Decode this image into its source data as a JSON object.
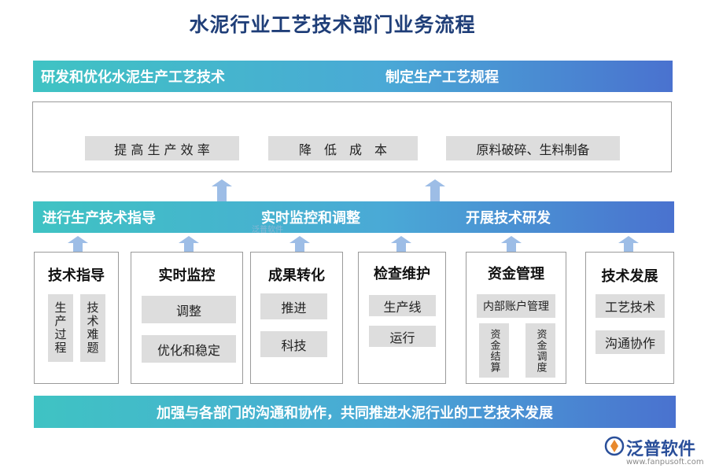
{
  "title": "水泥行业工艺技术部门业务流程",
  "top_band": {
    "left": "研发和优化水泥生产工艺技术",
    "right": "制定生产工艺规程"
  },
  "goals": [
    "提 高 生 产 效 率",
    "降　低　成　本",
    "原料破碎、生料制备"
  ],
  "middle_band": {
    "left": "进行生产技术指导",
    "center": "实时监控和调整",
    "right": "开展技术研发"
  },
  "cards": [
    {
      "title": "技术指导",
      "items": [
        "生产过程",
        "技术难题"
      ]
    },
    {
      "title": "实时监控",
      "items": [
        "调整",
        "优化和稳定"
      ]
    },
    {
      "title": "成果转化",
      "items": [
        "推进",
        "科技"
      ]
    },
    {
      "title": "检查维护",
      "items": [
        "生产线",
        "运行"
      ]
    },
    {
      "title": "资金管理",
      "items": [
        "内部账户管理",
        "资金结算",
        "资金调度"
      ]
    },
    {
      "title": "技术发展",
      "items": [
        "工艺技术",
        "沟通协作"
      ]
    }
  ],
  "bottom_band": "加强与各部门的沟通和协作，共同推进水泥行业的工艺技术发展",
  "logo": {
    "name": "泛普软件",
    "url": "www.fanpusoft.com"
  },
  "watermark": "泛普软件",
  "colors": {
    "band_start": "#3fc3c3",
    "band_end": "#4a72cf",
    "arrow": "#9dbde6",
    "title": "#1f3e78"
  }
}
